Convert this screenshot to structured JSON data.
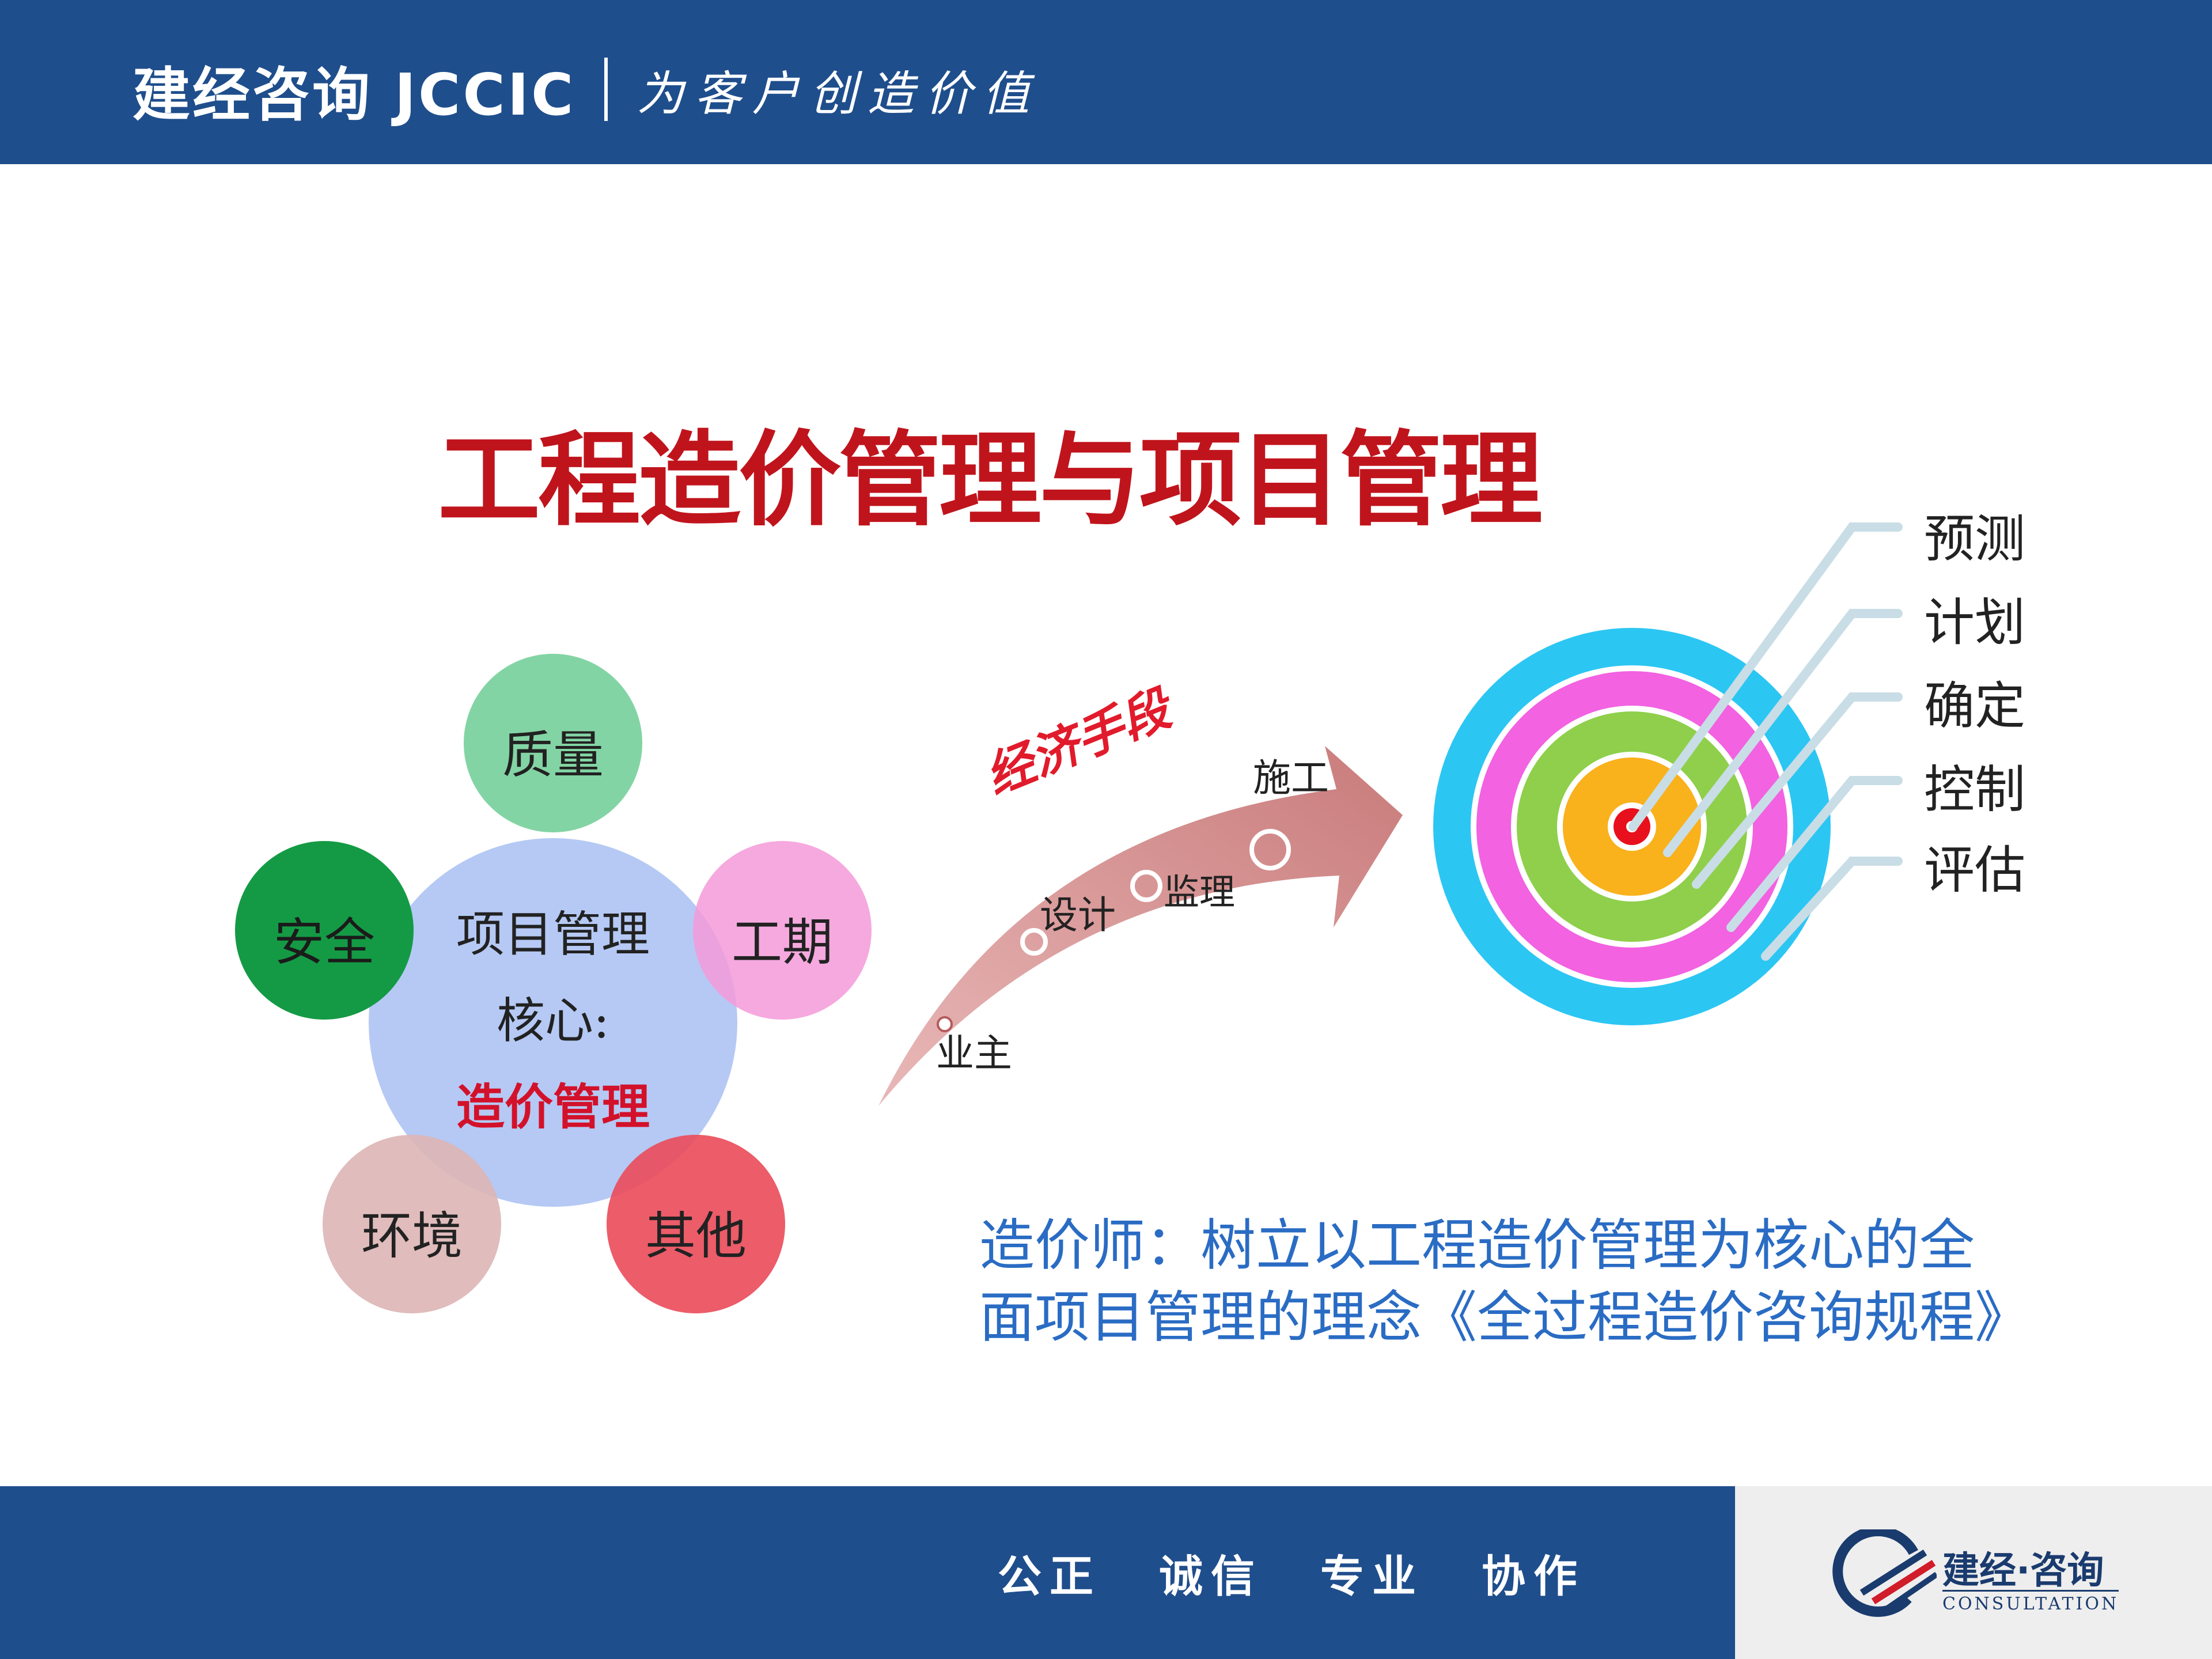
{
  "header": {
    "brand_name": "建经咨询 JCCIC",
    "slogan": "为客户创造价值"
  },
  "title": "工程造价管理与项目管理",
  "pentagon": {
    "center_line1": "项目管理",
    "center_line2": "核心:",
    "center_line3": "造价管理",
    "nodes": {
      "quality": "质量",
      "safety": "安全",
      "schedule": "工期",
      "environment": "环境",
      "other": "其他"
    }
  },
  "arrow": {
    "caption": "经济手段",
    "stages": {
      "owner": "业主",
      "design": "设计",
      "supervision": "监理",
      "construction": "施工"
    }
  },
  "target": {
    "labels": [
      "预测",
      "计划",
      "确定",
      "控制",
      "评估"
    ]
  },
  "note": {
    "line1": "造价师：树立以工程造价管理为核心的全",
    "line2": "面项目管理的理念《全过程造价咨询规程》"
  },
  "footer": {
    "motto": [
      "公正",
      "诚信",
      "专业",
      "协作"
    ],
    "logo_name": "建经·咨询",
    "logo_sub": "CONSULTATION"
  },
  "colors": {
    "header_bg": "#1f4e8c",
    "title": "#c0141c",
    "note": "#2a6cc4"
  }
}
